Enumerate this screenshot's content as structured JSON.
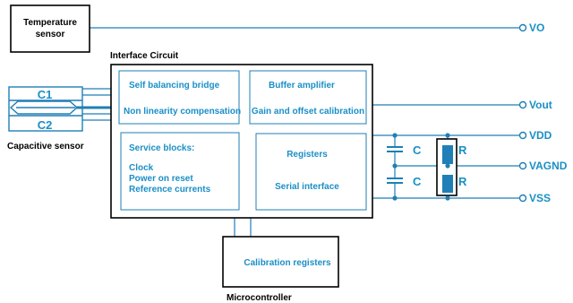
{
  "colors": {
    "line": "#1f7fb6",
    "text_blue": "#1a8fc6",
    "text_black": "#000000",
    "frame": "#000000",
    "dot": "#1f7fb6"
  },
  "temperature_sensor": {
    "line1": "Temperature",
    "line2": "sensor"
  },
  "interface_circuit": {
    "title": "Interface Circuit",
    "block_bridge": {
      "line1": "Self balancing bridge",
      "line2": "Non linearity compensation"
    },
    "block_buffer": {
      "line1": "Buffer amplifier",
      "line2": "Gain and offset calibration"
    },
    "block_service": {
      "title": "Service blocks:",
      "items": [
        "Clock",
        "Power on reset",
        "Reference currents"
      ]
    },
    "block_registers": {
      "line1": "Registers",
      "line2": "Serial interface"
    }
  },
  "capacitive_sensor": {
    "label": "Capacitive sensor",
    "c1": "C1",
    "c2": "C2"
  },
  "microcontroller": {
    "label": "Microcontroller",
    "block": "Calibration registers"
  },
  "components": {
    "cap_top": "C",
    "cap_bottom": "C",
    "res_top": "R",
    "res_bottom": "R"
  },
  "pins": {
    "vo": "VO",
    "vout": "Vout",
    "vdd": "VDD",
    "vagnd": "VAGND",
    "vss": "VSS"
  }
}
